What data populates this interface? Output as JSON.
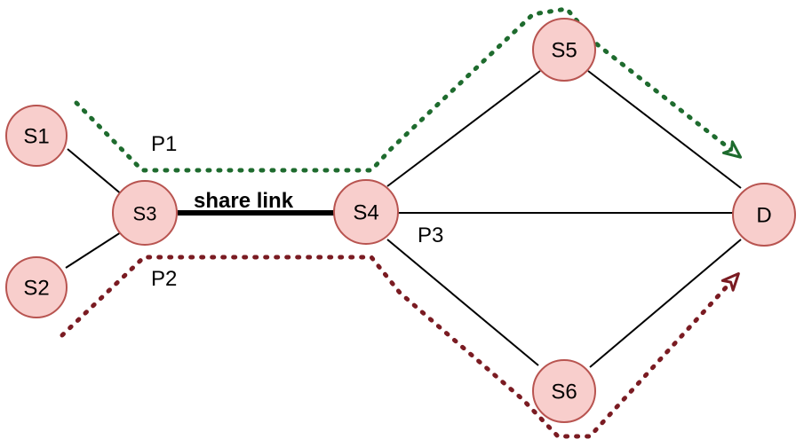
{
  "nodes": {
    "s1": "S1",
    "s2": "S2",
    "s3": "S3",
    "s4": "S4",
    "s5": "S5",
    "s6": "S6",
    "d": "D"
  },
  "labels": {
    "share_link": "share link",
    "p1": "P1",
    "p2": "P2",
    "p3": "P3"
  },
  "colors": {
    "node_fill": "#f8cecc",
    "node_stroke": "#b85450",
    "path_p1": "#1e6b2e",
    "path_p2": "#7a1b22"
  }
}
